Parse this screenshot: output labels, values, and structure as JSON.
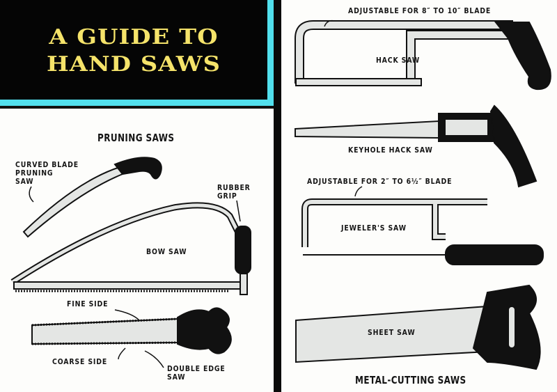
{
  "title": {
    "line1": "A GUIDE TO",
    "line2": "HAND SAWS"
  },
  "pruning": {
    "heading": "PRUNING SAWS",
    "curved_blade": [
      "CURVED BLADE",
      "PRUNING",
      "SAW"
    ],
    "rubber_grip": [
      "RUBBER",
      "GRIP"
    ],
    "bow_saw": "BOW SAW",
    "fine_side": "FINE SIDE",
    "coarse_side": "COARSE SIDE",
    "double_edge": [
      "DOUBLE EDGE",
      "SAW"
    ]
  },
  "metal": {
    "heading": "METAL-CUTTING SAWS",
    "hack_adjust": "ADJUSTABLE FOR 8″ TO 10″ BLADE",
    "hack_saw": "HACK SAW",
    "keyhole": "KEYHOLE HACK SAW",
    "jeweler_adjust": "ADJUSTABLE FOR 2″ TO 6½″ BLADE",
    "jeweler": "JEWELER'S SAW",
    "sheet": "SHEET SAW"
  },
  "colors": {
    "header_bg": "#050505",
    "title": "#f5e36a",
    "border": "#52e0ee",
    "metal": "#e4e6e4"
  }
}
